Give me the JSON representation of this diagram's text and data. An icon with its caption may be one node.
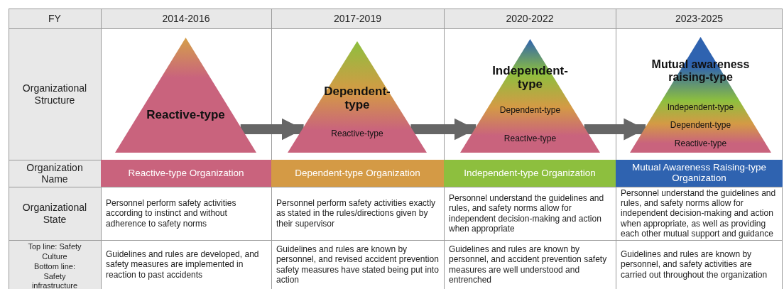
{
  "diagram": {
    "nodes": [
      {
        "text": [
          "Reactive-type"
        ]
      },
      {
        "text": [
          "Dependent-type",
          "Reactive-type"
        ]
      },
      {
        "text": [
          "Independent-type",
          "Dependent-type",
          "Reactive-type"
        ]
      },
      {
        "text": [
          "Mutual awareness raising-type",
          "Independent-type",
          "Dependent-type",
          "Reactive-type"
        ]
      }
    ],
    "edges": [
      {
        "from": 0,
        "to": 1,
        "arrow": "to"
      },
      {
        "from": 1,
        "to": 2,
        "arrow": "to"
      },
      {
        "from": 2,
        "to": 3,
        "arrow": "to"
      }
    ],
    "labels": [
      "FY",
      "2014-2016",
      "2017-2019",
      "2020-2022",
      "2023-2025",
      "Organizational Structure",
      "Organization Name",
      "Reactive-type Organization",
      "Dependent-type Organization",
      "Independent-type Organization",
      "Mutual Awareness Raising-type Organization",
      "Organizational State",
      "Personnel perform safety activities according to instinct and without adherence to safety norms",
      "Personnel perform safety activities exactly as stated in the rules/directions given by their supervisor",
      "Personnel understand the guidelines and rules, and safety norms allow for independent decision-making and action when appropriate",
      "Personnel understand the guidelines and rules, and safety norms allow for independent decision-making and action when appropriate, as well as providing each other mutual support and guidance",
      "Top line: Safety Culture",
      "Bottom line: Safety infrastructure",
      "Guidelines and rules are developed, and safety measures are implemented in reaction to past accidents",
      "Guidelines and rules are known by personnel, and revised accident prevention safety measures have stated being put into action",
      "Guidelines and rules are known by personnel, and accident prevention safety measures are well understood and entrenched",
      "Guidelines and rules are known by personnel, and safety activities are carried out throughout the organization"
    ]
  }
}
